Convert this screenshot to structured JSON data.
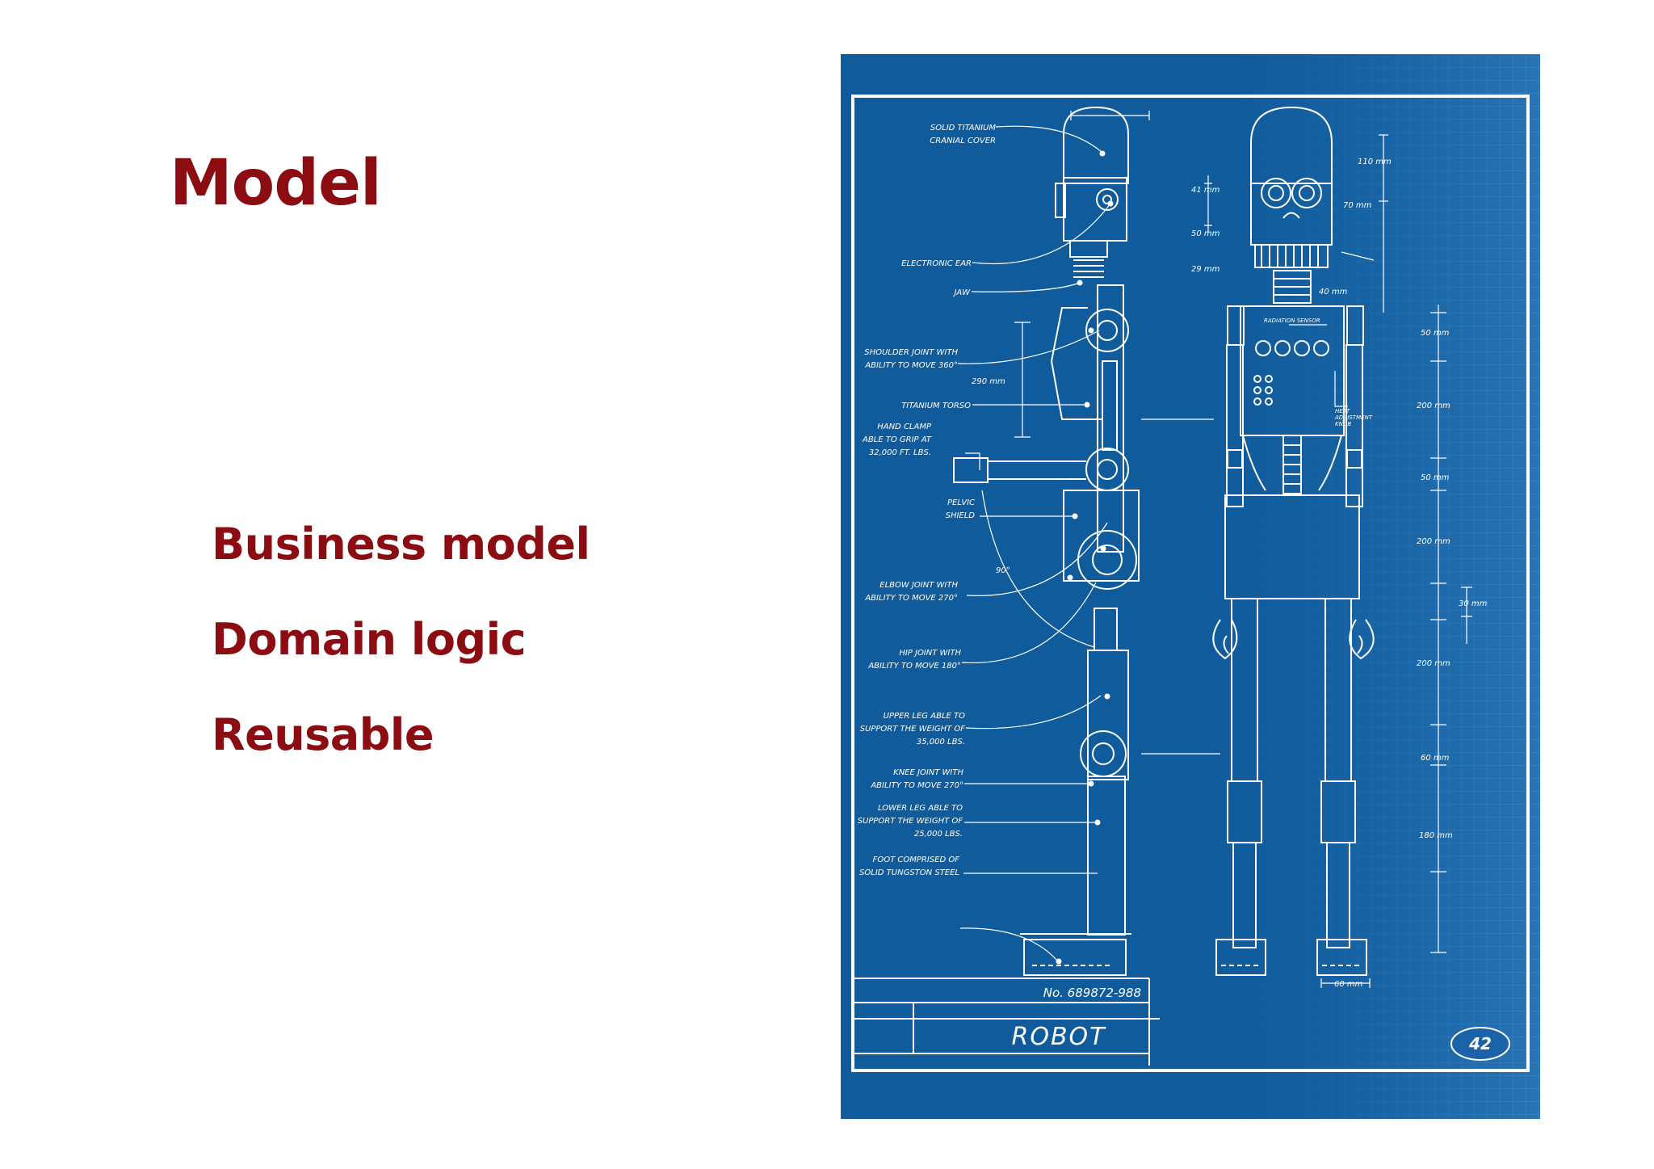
{
  "slide": {
    "title": "Model",
    "bullets": [
      "Business model",
      "Domain logic",
      "Reusable"
    ]
  },
  "blueprint": {
    "colors": {
      "background": "#0f5b9c",
      "line": "#ffffff",
      "title": "#8b0d12"
    },
    "callouts": {
      "cranial_1": "SOLID TITANIUM",
      "cranial_2": "CRANIAL COVER",
      "ear": "ELECTRONIC EAR",
      "jaw": "JAW",
      "shoulder_1": "SHOULDER JOINT WITH",
      "shoulder_2": "ABILITY TO MOVE 360°",
      "torso": "TITANIUM TORSO",
      "clamp_1": "HAND CLAMP",
      "clamp_2": "ABLE TO GRIP AT",
      "clamp_3": "32,000 FT. LBS.",
      "pelvic_1": "PELVIC",
      "pelvic_2": "SHIELD",
      "elbow_1": "ELBOW JOINT WITH",
      "elbow_2": "ABILITY TO MOVE 270°",
      "hip_1": "HIP JOINT WITH",
      "hip_2": "ABILITY TO MOVE 180°",
      "upper_1": "UPPER LEG ABLE TO",
      "upper_2": "SUPPORT THE WEIGHT OF",
      "upper_3": "35,000 LBS.",
      "knee_1": "KNEE JOINT WITH",
      "knee_2": "ABILITY TO MOVE 270°",
      "lower_1": "LOWER LEG ABLE TO",
      "lower_2": "SUPPORT THE WEIGHT OF",
      "lower_3": "25,000 LBS.",
      "foot_1": "FOOT COMPRISED OF",
      "foot_2": "SOLID TUNGSTON STEEL",
      "angle": "90°",
      "radiation": "RADIATION SENSOR",
      "heat_1": "HEAT",
      "heat_2": "ADJUSTMENT",
      "heat_3": "KNOB"
    },
    "dimensions": {
      "d41": "41 mm",
      "d50a": "50 mm",
      "d29": "29 mm",
      "d110": "110 mm",
      "d70": "70 mm",
      "d40": "40 mm",
      "d290": "290 mm",
      "d50b": "50 mm",
      "d200a": "200 mm",
      "d50c": "50 mm",
      "d200b": "200 mm",
      "d30": "30 mm",
      "d200c": "200 mm",
      "d60a": "60 mm",
      "d180": "180 mm",
      "d60b": "60 mm"
    },
    "title_block": {
      "number": "No. 689872-988",
      "name": "ROBOT"
    },
    "page_number": "42"
  }
}
